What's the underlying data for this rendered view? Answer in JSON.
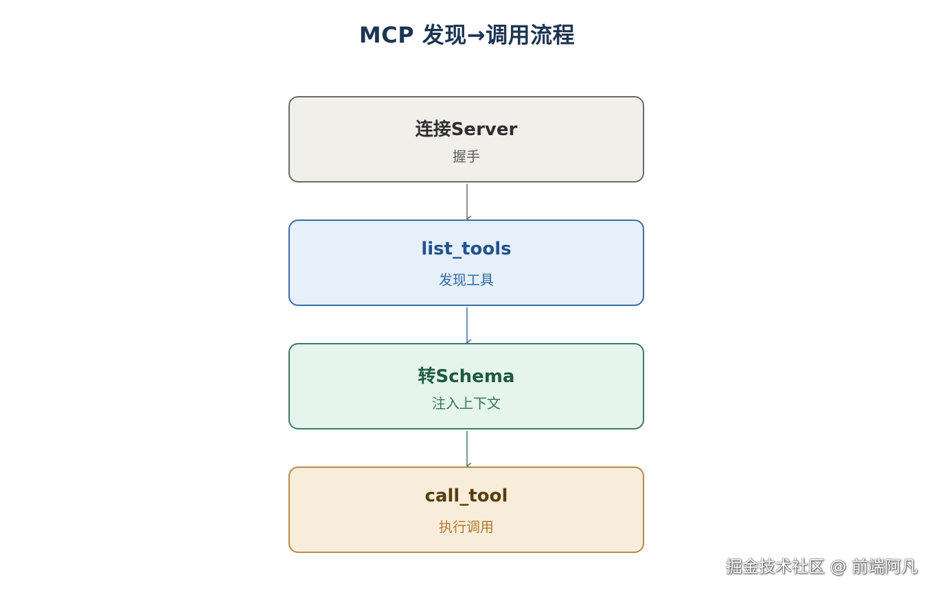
{
  "title": "MCP 发现→调用流程",
  "steps": [
    {
      "title": "连接Server",
      "subtitle": "握手"
    },
    {
      "title": "list_tools",
      "subtitle": "发现工具"
    },
    {
      "title": "转Schema",
      "subtitle": "注入上下文"
    },
    {
      "title": "call_tool",
      "subtitle": "执行调用"
    }
  ],
  "colors": {
    "step1_border": "#6a6a66",
    "step2_border": "#3d6ba5",
    "step3_border": "#3c7a5d",
    "step4_border": "#b58a45"
  },
  "watermark": "掘金技术社区 @ 前端阿凡"
}
